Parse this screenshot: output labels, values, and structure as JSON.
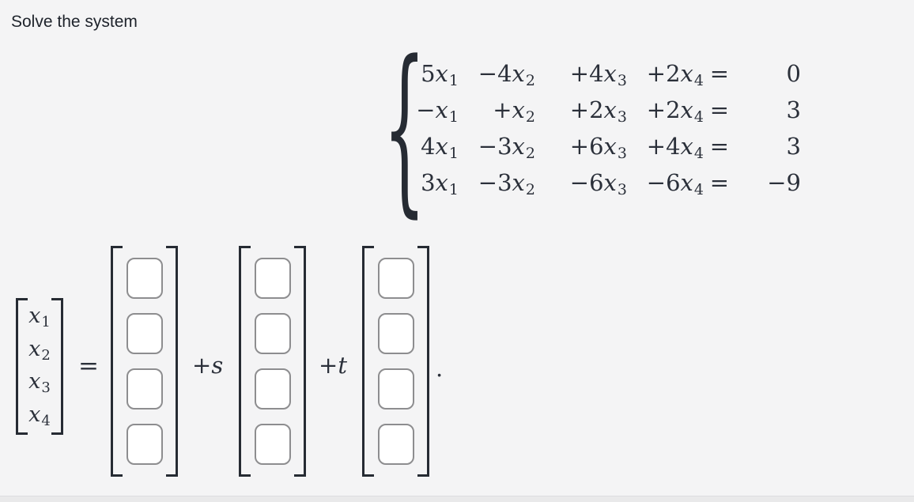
{
  "page": {
    "title": "Solve the system"
  },
  "colors": {
    "math_text": "#2b303a",
    "bracket": "#262b33",
    "input_border": "#8d8d8f",
    "input_bg": "#ffffff",
    "background": "#f4f4f5"
  },
  "system": {
    "brace": "{",
    "variable": "x",
    "rows": [
      {
        "terms": [
          {
            "c": "5",
            "s": "1"
          },
          {
            "c": "−4",
            "s": "2"
          },
          {
            "c": "+4",
            "s": "3"
          },
          {
            "c": "+2",
            "s": "4"
          }
        ],
        "eq": "=",
        "rhs": "0"
      },
      {
        "terms": [
          {
            "c": "−",
            "s": "1"
          },
          {
            "c": "+",
            "s": "2"
          },
          {
            "c": "+2",
            "s": "3"
          },
          {
            "c": "+2",
            "s": "4"
          }
        ],
        "eq": "=",
        "rhs": "3"
      },
      {
        "terms": [
          {
            "c": "4",
            "s": "1"
          },
          {
            "c": "−3",
            "s": "2"
          },
          {
            "c": "+6",
            "s": "3"
          },
          {
            "c": "+4",
            "s": "4"
          }
        ],
        "eq": "=",
        "rhs": "3"
      },
      {
        "terms": [
          {
            "c": "3",
            "s": "1"
          },
          {
            "c": "−3",
            "s": "2"
          },
          {
            "c": "−6",
            "s": "3"
          },
          {
            "c": "−6",
            "s": "4"
          }
        ],
        "eq": "=",
        "rhs": "−9"
      }
    ]
  },
  "solution": {
    "lhs_vector": [
      {
        "v": "x",
        "s": "1"
      },
      {
        "v": "x",
        "s": "2"
      },
      {
        "v": "x",
        "s": "3"
      },
      {
        "v": "x",
        "s": "4"
      }
    ],
    "equals": "=",
    "terms": [
      {
        "op": null,
        "entries": [
          "",
          "",
          "",
          ""
        ]
      },
      {
        "op": {
          "c": "+",
          "v": "s"
        },
        "entries": [
          "",
          "",
          "",
          ""
        ]
      },
      {
        "op": {
          "c": "+",
          "v": "t"
        },
        "entries": [
          "",
          "",
          "",
          ""
        ]
      }
    ],
    "period": "."
  }
}
